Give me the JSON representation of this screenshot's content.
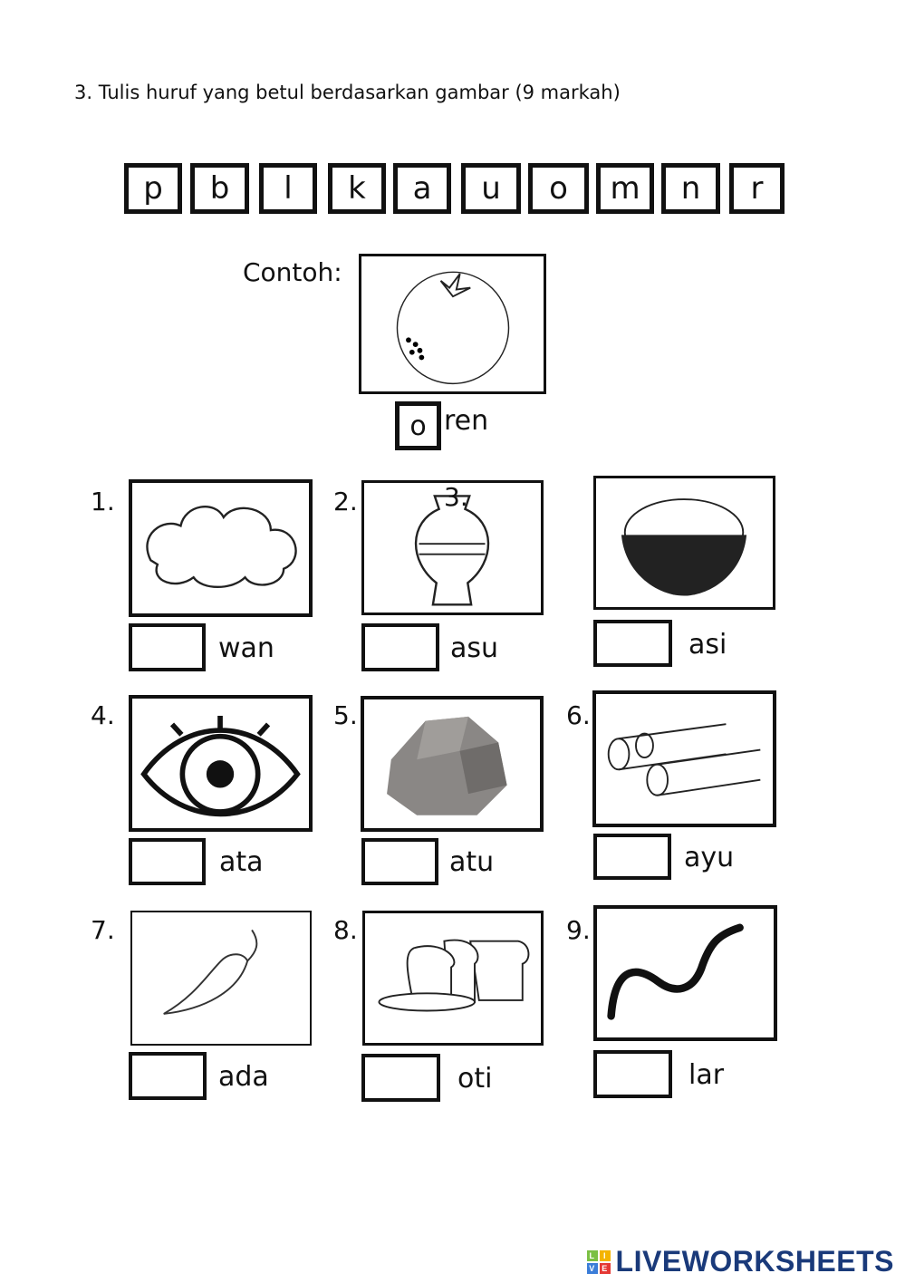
{
  "question": "3. Tulis huruf yang betul berdasarkan gambar (9 markah)",
  "letters": [
    "p",
    "b",
    "l",
    "k",
    "a",
    "u",
    "o",
    "m",
    "n",
    "r"
  ],
  "example": {
    "label": "Contoh:",
    "letter": "o",
    "suffix": "ren",
    "picture": "orange-icon"
  },
  "items": [
    {
      "number": "1.",
      "suffix": "wan",
      "picture": "cloud-icon"
    },
    {
      "number": "2.",
      "suffix": "asu",
      "picture": "vase-icon",
      "overlay": "3."
    },
    {
      "number": "",
      "suffix": "asi",
      "picture": "rice-bowl-icon"
    },
    {
      "number": "4.",
      "suffix": "ata",
      "picture": "eye-icon"
    },
    {
      "number": "5.",
      "suffix": "atu",
      "picture": "rock-icon"
    },
    {
      "number": "6.",
      "suffix": "ayu",
      "picture": "wood-logs-icon"
    },
    {
      "number": "7.",
      "suffix": "ada",
      "picture": "chili-icon"
    },
    {
      "number": "8.",
      "suffix": "oti",
      "picture": "bread-icon"
    },
    {
      "number": "9.",
      "suffix": "lar",
      "picture": "snake-icon"
    }
  ],
  "brand": {
    "name": "LIVEWORKSHEETS",
    "logo_letters": [
      "L",
      "I",
      "V",
      "E"
    ],
    "colors": [
      "#7bc043",
      "#f4b400",
      "#3b7dd8",
      "#e53935"
    ],
    "text_color": "#1a3a7a"
  }
}
